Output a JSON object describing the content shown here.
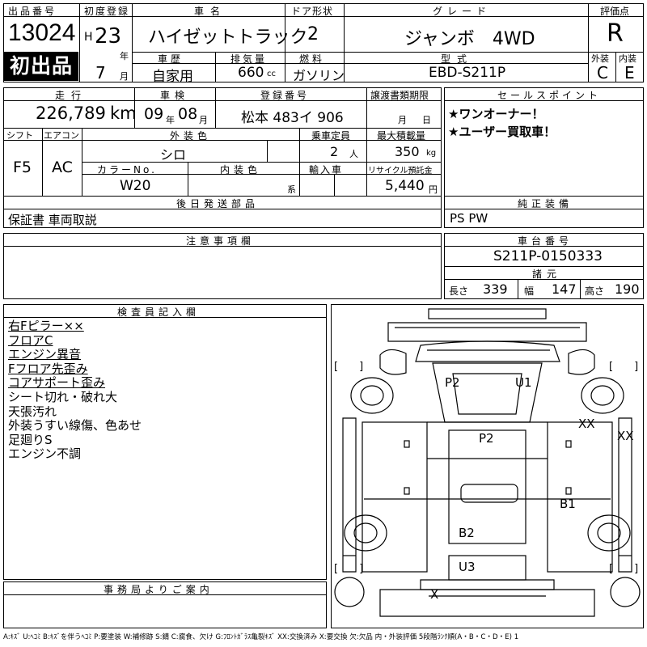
{
  "header": {
    "lot_label": "出品番号",
    "lot_number": "13024",
    "first_listing": "初出品",
    "reg_label": "初度登録",
    "era": "H",
    "year": "23",
    "year_unit": "年",
    "month": "7",
    "month_unit": "月",
    "name_label": "車名",
    "car_name": "ハイゼットトラック",
    "door_label": "ドア形状",
    "door_value": "2",
    "grade_label": "グレード",
    "grade_value": "ジャンボ　4WD",
    "score_label": "評価点",
    "score_value": "R",
    "history_label": "車歴",
    "history_value": "自家用",
    "displacement_label": "排気量",
    "displacement_value": "660",
    "displacement_unit": "cc",
    "fuel_label": "燃料",
    "fuel_value": "ガソリン",
    "model_label": "型式",
    "model_value": "EBD-S211P",
    "ext_label": "外装",
    "int_label": "内装",
    "ext_value": "C",
    "int_value": "E"
  },
  "mid": {
    "mileage_label": "走行",
    "mileage_value": "226,789",
    "mileage_unit": "km",
    "inspection_label": "車検",
    "inspection_year": "09",
    "inspection_year_unit": "年",
    "inspection_month": "08",
    "inspection_month_unit": "月",
    "plate_label": "登録番号",
    "plate_value": "松本 483イ 906",
    "transfer_label": "譲渡書類期限",
    "transfer_month_unit": "月",
    "transfer_day_unit": "日",
    "shift_label": "シフト",
    "ac_label": "エアコン",
    "shift_value": "F5",
    "ac_value": "AC",
    "color_label": "外装色",
    "color_value": "シロ",
    "capacity_label": "乗車定員",
    "capacity_value": "2",
    "capacity_unit": "人",
    "load_label": "最大積載量",
    "load_value": "350",
    "load_unit": "kg",
    "colorno_label": "カラーNo.",
    "colorno_value": "W20",
    "interior_label": "内装色",
    "interior_unit": "系",
    "import_label": "輸入車",
    "recycle_label": "リサイクル預託金",
    "recycle_value": "5,440",
    "recycle_unit": "円",
    "later_label": "後日発送部品",
    "later_value": "保証書 車両取説",
    "sales_label": "セールスポイント",
    "sales_points": [
      "★ワンオーナー！",
      "★ユーザー買取車！"
    ],
    "genuine_label": "純正装備",
    "genuine_value": "PS PW"
  },
  "notes": {
    "caution_label": "注意事項欄",
    "chassis_label": "車台番号",
    "chassis_value": "S211P-0150333",
    "dims_label": "諸元",
    "length_label": "長さ",
    "length_value": "339",
    "width_label": "幅",
    "width_value": "147",
    "height_label": "高さ",
    "height_value": "190"
  },
  "inspector": {
    "label": "検査員記入欄",
    "items": [
      {
        "text": "右Fピラー××",
        "underline": true
      },
      {
        "text": "フロアC",
        "underline": true
      },
      {
        "text": "エンジン異音",
        "underline": true
      },
      {
        "text": "Fフロア先歪み",
        "underline": true
      },
      {
        "text": "コアサポート歪み",
        "underline": true
      },
      {
        "text": "シート切れ・破れ大",
        "underline": false
      },
      {
        "text": "天張汚れ",
        "underline": false
      },
      {
        "text": "外装うすい線傷、色あせ",
        "underline": false
      },
      {
        "text": "足廻りS",
        "underline": false
      },
      {
        "text": "エンジン不調",
        "underline": false
      }
    ]
  },
  "office": {
    "label": "事務局よりご案内"
  },
  "diagram": {
    "marks": {
      "p2_top": "P2",
      "u1": "U1",
      "xx_right1": "XX",
      "xx_right2": "XX",
      "p2_mid": "P2",
      "b1": "B1",
      "b2": "B2",
      "u3": "U3",
      "x_bottom": "X"
    },
    "bracket": "[　　]"
  },
  "legend": "A:ｷｽﾞ U:ﾍｺﾐ B:ｷｽﾞを伴うﾍｺﾐ P:要塗装 W:補修跡 S:錆 C:腐食、欠け G:ﾌﾛﾝﾄｶﾞﾗｽ亀裂ｷｽﾞ XX:交換済み X:要交換 欠:欠品 内・外装評価 5段階ﾗﾝｸ順(A・B・C・D・E) 1"
}
